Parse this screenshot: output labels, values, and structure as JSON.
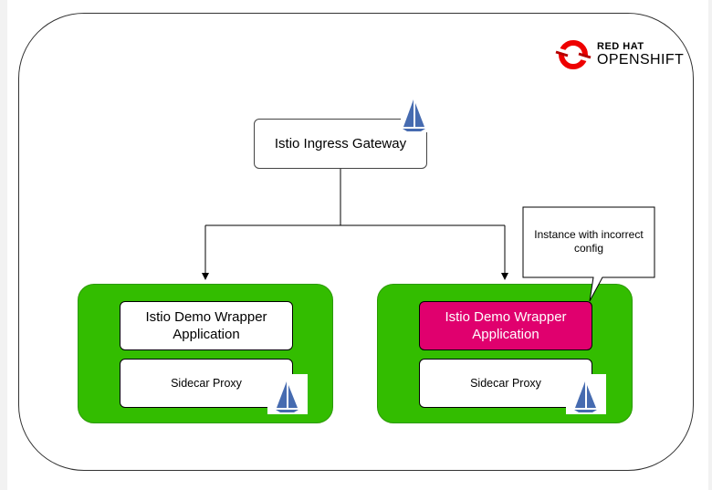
{
  "logo": {
    "brand_top": "RED HAT",
    "brand_bottom": "OPENSHIFT",
    "icon": "openshift-ring-icon",
    "accent_color": "#ee0000"
  },
  "gateway": {
    "label": "Istio Ingress Gateway",
    "icon": "istio-sail-icon"
  },
  "pods": [
    {
      "app_label": "Istio Demo Wrapper Application",
      "proxy_label": "Sidecar Proxy",
      "app_status": "healthy",
      "proxy_icon": "istio-sail-icon"
    },
    {
      "app_label": "Istio Demo Wrapper Application",
      "proxy_label": "Sidecar Proxy",
      "app_status": "incorrect-config",
      "proxy_icon": "istio-sail-icon"
    }
  ],
  "callout": {
    "text": "Instance with incorrect config"
  },
  "colors": {
    "pod_green": "#33bd00",
    "bad_app": "#e0006e",
    "istio_blue": "#466bb0"
  }
}
